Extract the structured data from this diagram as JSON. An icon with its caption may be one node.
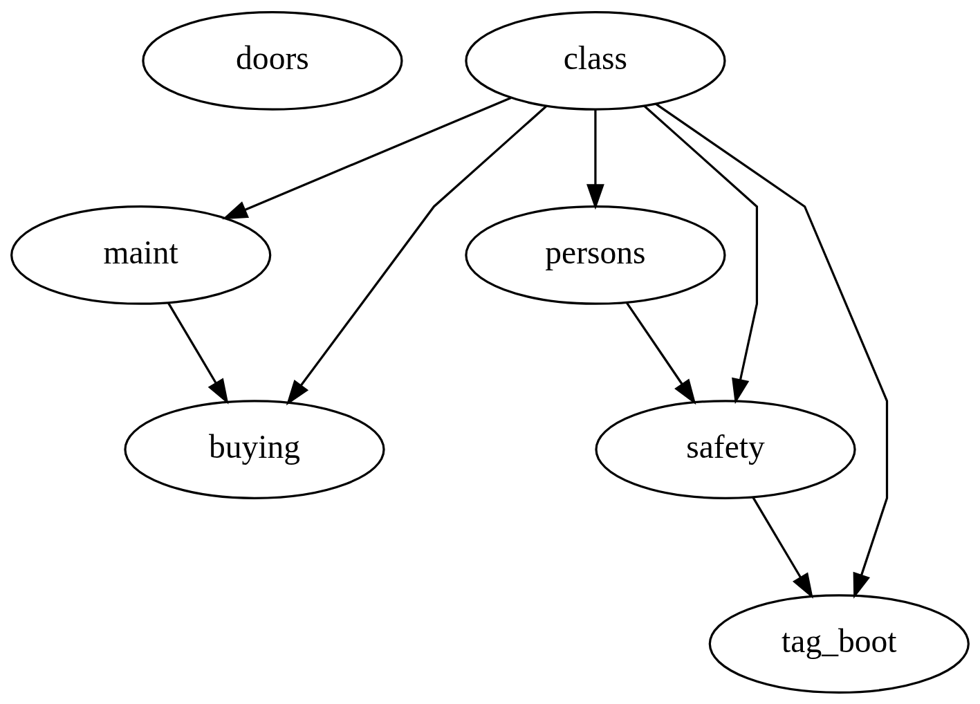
{
  "diagram": {
    "nodes": [
      {
        "text": [
          "doors"
        ]
      },
      {
        "text": [
          "class"
        ]
      },
      {
        "text": [
          "maint"
        ]
      },
      {
        "text": [
          "persons"
        ]
      },
      {
        "text": [
          "buying"
        ]
      },
      {
        "text": [
          "safety"
        ]
      },
      {
        "text": [
          "tag_boot"
        ]
      }
    ],
    "edges": [
      {
        "from": 1,
        "to": 2,
        "arrow": "to"
      },
      {
        "from": 1,
        "to": 4,
        "arrow": "to"
      },
      {
        "from": 1,
        "to": 3,
        "arrow": "to"
      },
      {
        "from": 1,
        "to": 5,
        "arrow": "to"
      },
      {
        "from": 1,
        "to": 6,
        "arrow": "to"
      },
      {
        "from": 2,
        "to": 4,
        "arrow": "to"
      },
      {
        "from": 3,
        "to": 5,
        "arrow": "to"
      },
      {
        "from": 5,
        "to": 6,
        "arrow": "to"
      }
    ]
  }
}
